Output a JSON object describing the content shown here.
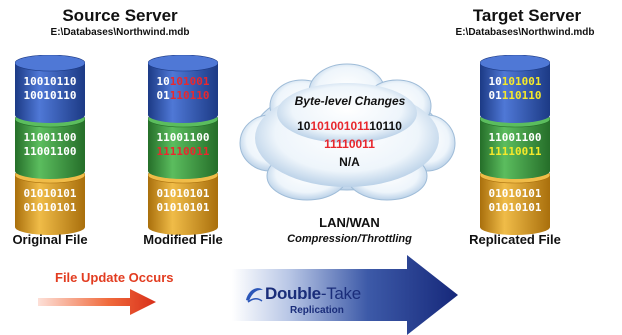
{
  "source": {
    "title": "Source Server",
    "path": "E:\\Databases\\Northwind.mdb"
  },
  "target": {
    "title": "Target Server",
    "path": "E:\\Databases\\Northwind.mdb"
  },
  "files": {
    "original": {
      "label": "Original File",
      "blue": [
        [
          "10010110",
          ""
        ],
        [
          "10010110",
          ""
        ]
      ],
      "green": [
        [
          "11001100",
          ""
        ],
        [
          "11001100",
          ""
        ]
      ],
      "orange": [
        [
          "01010101",
          ""
        ],
        [
          "01010101",
          ""
        ]
      ]
    },
    "modified": {
      "label": "Modified File",
      "blue": [
        [
          "10",
          "101001"
        ],
        [
          "01",
          "110110"
        ]
      ],
      "green": [
        [
          "11001100",
          ""
        ],
        [
          "11110011",
          ""
        ]
      ],
      "orange": [
        [
          "01010101",
          ""
        ],
        [
          "01010101",
          ""
        ]
      ]
    },
    "replicated": {
      "label": "Replicated File",
      "blue": [
        [
          "10",
          "101001"
        ],
        [
          "01",
          "110110"
        ]
      ],
      "green": [
        [
          "11001100",
          ""
        ],
        [
          "11110011",
          ""
        ]
      ],
      "orange": [
        [
          "01010101",
          ""
        ],
        [
          "01010101",
          ""
        ]
      ]
    }
  },
  "cloud": {
    "title": "Byte-level Changes",
    "line1_black_a": "10",
    "line1_red_a": "101001011",
    "line1_black_b": "10110",
    "line2": "11110011",
    "line3": "N/A"
  },
  "network": {
    "line1": "LAN/WAN",
    "line2": "Compression/Throttling"
  },
  "bottom": {
    "update_text": "File Update Occurs",
    "logo_double": "Double",
    "logo_take": "Take",
    "logo_sub": "Replication"
  },
  "colors": {
    "blue": "#2b56b8",
    "green": "#3a9a3e",
    "orange": "#d99a20",
    "red_highlight": "#e8282e",
    "yellow_highlight": "#f5e92a",
    "arrow_navy": "#1a2d7a"
  }
}
